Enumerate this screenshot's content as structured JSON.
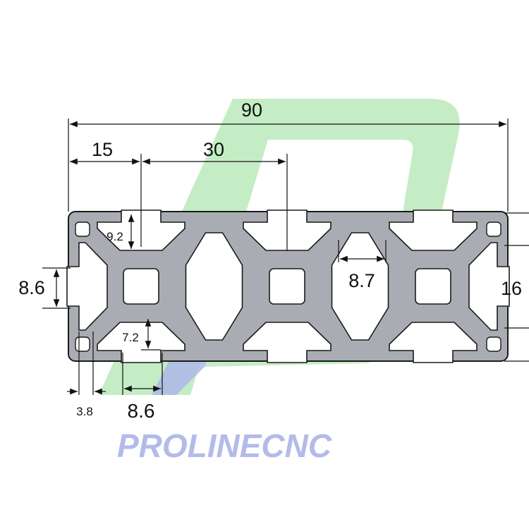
{
  "dimensions": {
    "overall_width": "90",
    "half_cell": "15",
    "pitch": "30",
    "side_slot_opening": "8.6",
    "slot_depth_top": "9.2",
    "slot_depth_bottom": "7.2",
    "corner_hole_width": "3.8",
    "bottom_slot_opening": "8.6",
    "top_slot_opening": "8.7",
    "height_partial": "16"
  },
  "watermark": {
    "brand_text": "PROLINECNC"
  },
  "colors": {
    "profile_fill": "#a9adb3",
    "outline": "#1a1a1a",
    "watermark_green": "#b6e8b6",
    "watermark_blue": "#aab4e8"
  }
}
